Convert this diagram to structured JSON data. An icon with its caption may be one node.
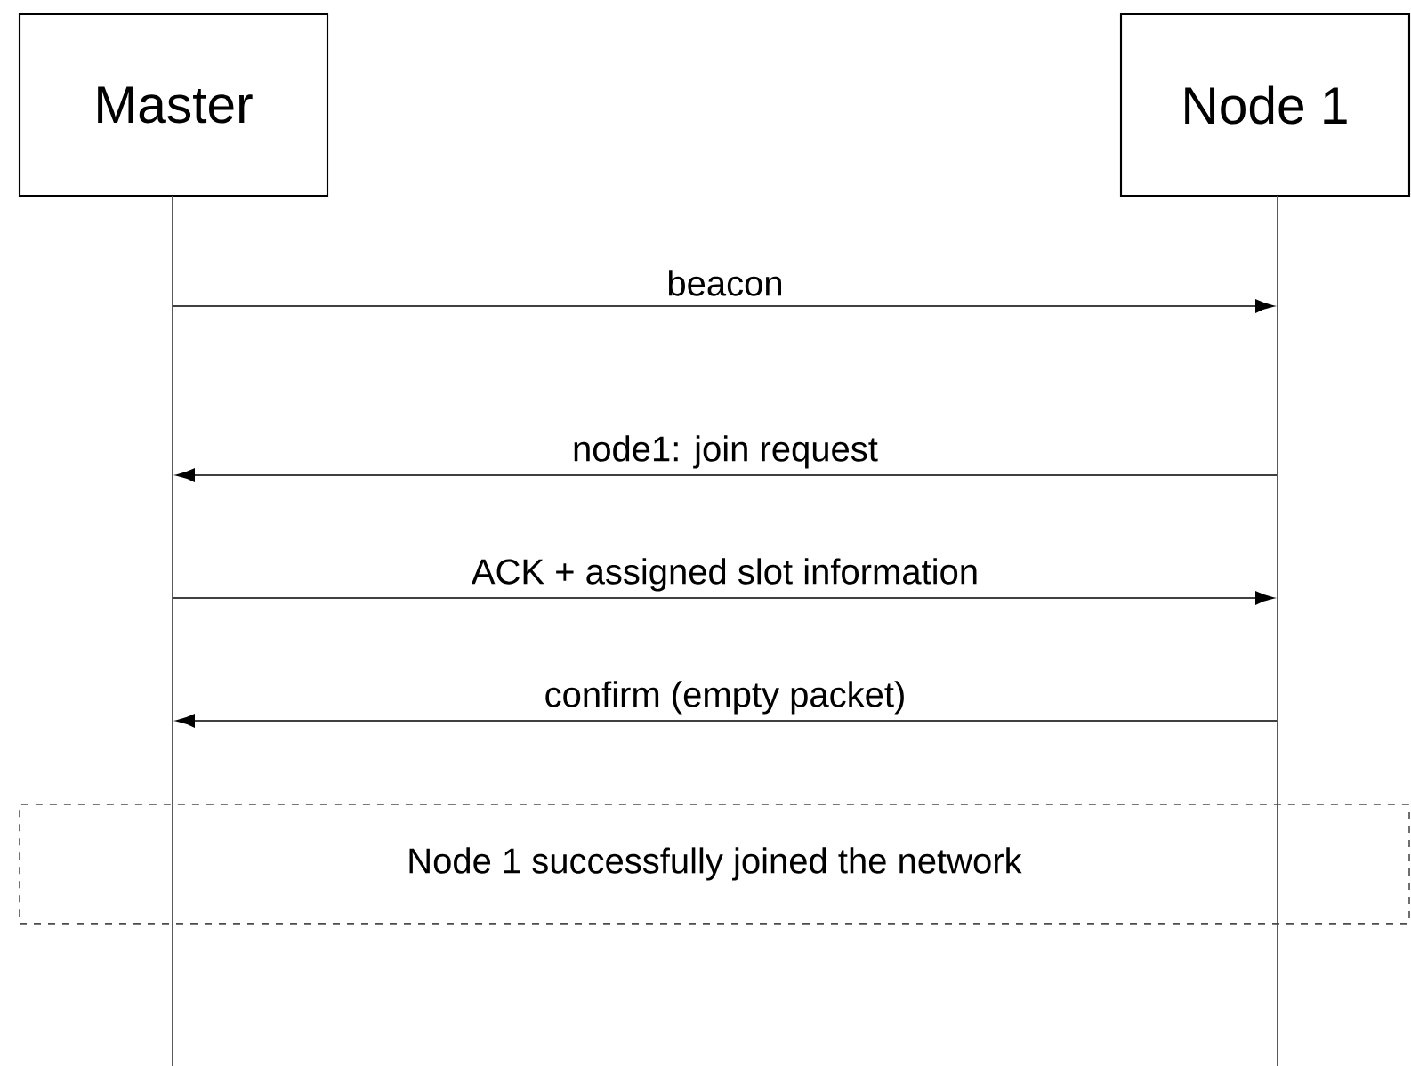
{
  "diagram": {
    "nodes": [
      {
        "text": [
          "Master"
        ]
      },
      {
        "text": [
          "Node 1"
        ]
      },
      {
        "text": [],
        "shape": "line"
      },
      {
        "text": [],
        "shape": "line"
      },
      {
        "text": [
          "Node 1 successfully joined the network"
        ]
      }
    ],
    "edges": [
      {
        "from": 2,
        "to": 3,
        "arrow": "to",
        "label": "beacon"
      },
      {
        "from": 3,
        "to": 2,
        "arrow": "to",
        "label": "node1: join request"
      },
      {
        "from": 2,
        "to": 3,
        "arrow": "to",
        "label": "ACK + assigned slot information"
      },
      {
        "from": 3,
        "to": 2,
        "arrow": "to",
        "label": "confirm (empty packet)"
      }
    ]
  }
}
